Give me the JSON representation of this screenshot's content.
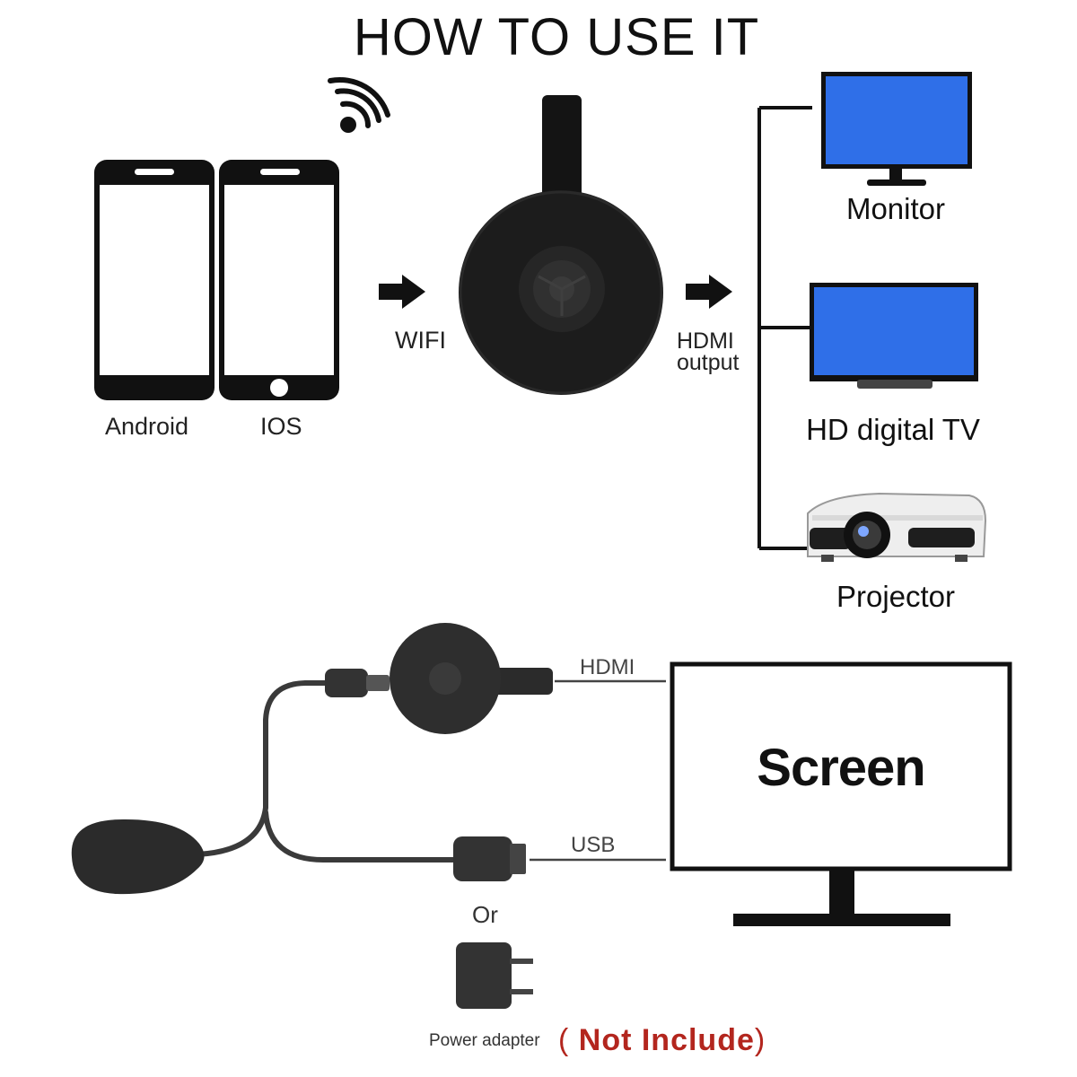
{
  "title": "HOW TO USE IT",
  "top": {
    "phones": [
      {
        "label": "Android"
      },
      {
        "label": "IOS"
      }
    ],
    "wifi_label": "WIFI",
    "hdmi_output_label_line1": "HDMI",
    "hdmi_output_label_line2": "output",
    "outputs": [
      {
        "label": "Monitor"
      },
      {
        "label": "HD digital TV"
      },
      {
        "label": "Projector"
      }
    ]
  },
  "bottom": {
    "hdmi_label": "HDMI",
    "usb_label": "USB",
    "screen_label": "Screen",
    "or_label": "Or",
    "power_adapter_label": "Power adapter",
    "not_include_open": "(",
    "not_include_text": " Not Include",
    "not_include_close": ")"
  },
  "colors": {
    "screen_blue": "#2f6fe8",
    "device_black": "#1c1c1c",
    "note_red": "#b3261e"
  }
}
